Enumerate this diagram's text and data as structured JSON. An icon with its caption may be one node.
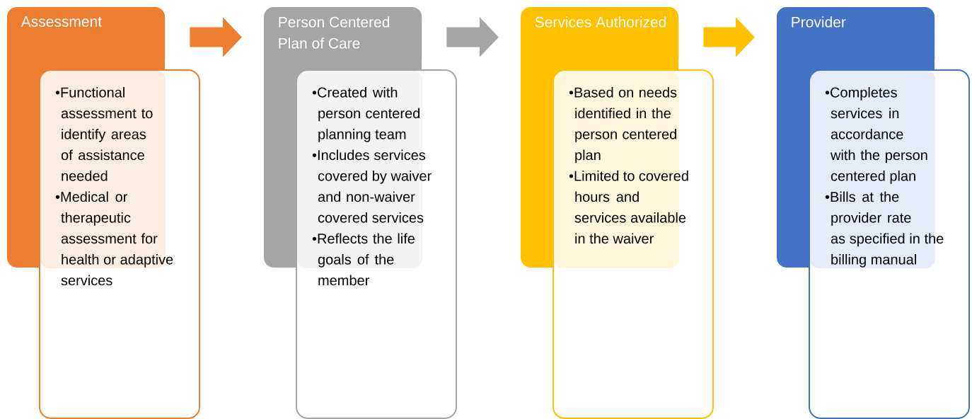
{
  "diagram": {
    "nodes": [
      {
        "text": [
          "Assessment"
        ]
      },
      {
        "text": [
          "•Functional assessment to identify areas of assistance needed",
          "•Medical or therapeutic assessment for health or adaptive services"
        ]
      },
      {
        "text": [
          "Person Centered Plan of Care"
        ]
      },
      {
        "text": [
          "•Created with person centered planning team",
          "•Includes services covered by waiver and non-waiver covered services",
          "•Reflects the life goals of the member"
        ]
      },
      {
        "text": [
          "Services Authorized"
        ]
      },
      {
        "text": [
          "•Based on needs identified in the person centered plan",
          "•Limited to covered hours and services available in the waiver"
        ]
      },
      {
        "text": [
          "Provider"
        ]
      },
      {
        "text": [
          "•Completes services in accordance with the person centered plan",
          "•Bills at the provider rate as specified in the billing manual"
        ]
      }
    ],
    "edges": [
      {
        "from": 0,
        "to": 2,
        "arrow": "to",
        "color": "#ed7d31"
      },
      {
        "from": 2,
        "to": 4,
        "arrow": "to",
        "color": "#a5a5a5"
      },
      {
        "from": 4,
        "to": 6,
        "arrow": "to",
        "color": "#ffc000"
      }
    ]
  }
}
